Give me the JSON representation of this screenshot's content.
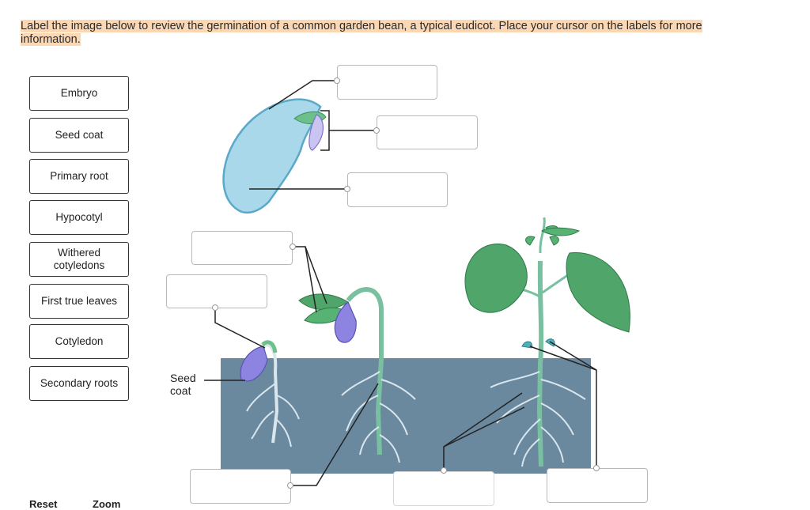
{
  "instruction": "Label the image below to review the germination of a common garden bean, a typical eudicot. Place your cursor on the labels for more information.",
  "labels": [
    {
      "text": "Embryo"
    },
    {
      "text": "Seed coat"
    },
    {
      "text": "Primary root"
    },
    {
      "text": "Hypocotyl"
    },
    {
      "text": "Withered cotyledons"
    },
    {
      "text": "First true leaves"
    },
    {
      "text": "Cotyledon"
    },
    {
      "text": "Secondary roots"
    }
  ],
  "diagram": {
    "fixed_label": "Seed\ncoat"
  },
  "footer": {
    "reset": "Reset",
    "zoom": "Zoom"
  },
  "colors": {
    "highlight": "#fbd7b4",
    "soil": "#6f8ea3",
    "seed": "#a8d8ea",
    "leaf": "#4fa56a"
  }
}
